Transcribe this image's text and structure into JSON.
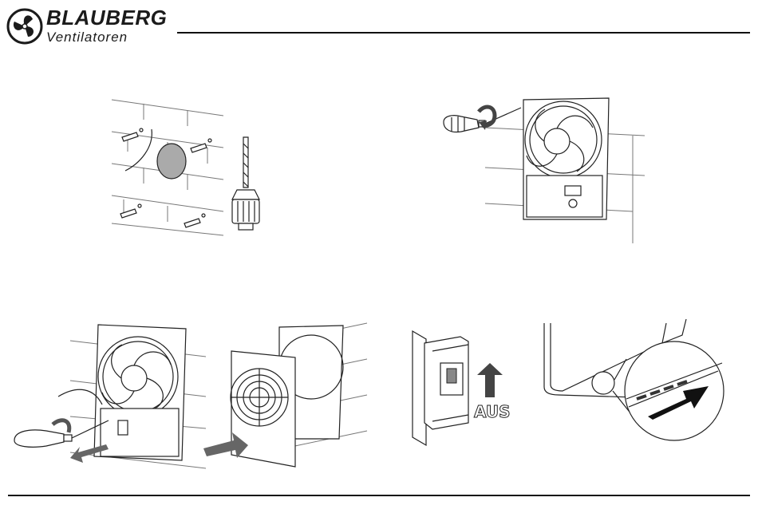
{
  "header": {
    "brand": "BLAUBERG",
    "subbrand": "Ventilatoren"
  },
  "steps": [
    {
      "id": 1,
      "illustration": "wall-mounting-dowels-drill"
    },
    {
      "id": 2,
      "illustration": "screw-fan-body-to-wall"
    },
    {
      "id": 3,
      "illustration": "connect-wiring-attach-front-panel"
    },
    {
      "id": 4,
      "illustration": "power-switch-and-panel-detail"
    }
  ],
  "switch_label": "AUS",
  "icons": [
    "blauberg-logo-icon",
    "screwdriver-icon",
    "drill-bit-icon",
    "fan-icon",
    "arrow-icon",
    "circuit-breaker-icon"
  ]
}
